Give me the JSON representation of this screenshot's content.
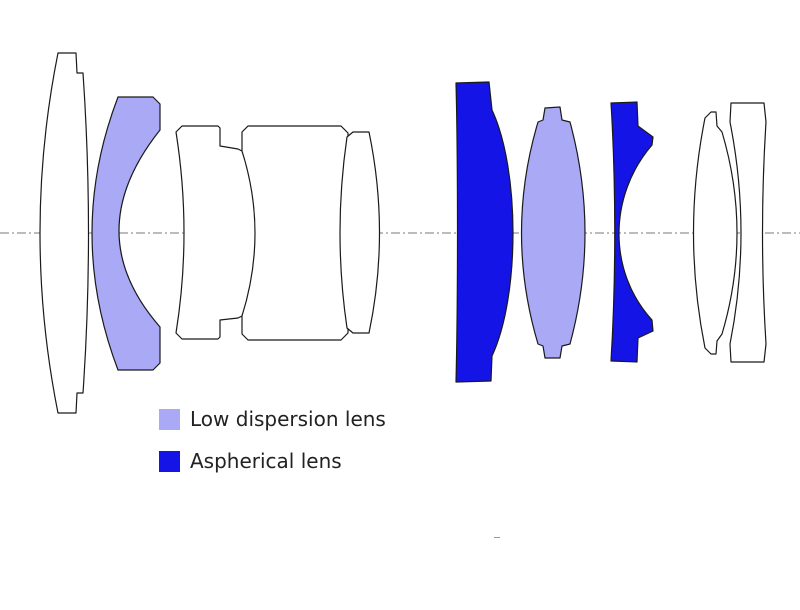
{
  "legend": {
    "low_dispersion": {
      "label": "Low dispersion lens",
      "color": "#a9a9f6"
    },
    "aspherical": {
      "label": "Aspherical lens",
      "color": "#1414e6"
    }
  },
  "colors": {
    "plain_lens_fill": "#ffffff",
    "outline": "#1a1a1a",
    "optical_axis": "#7a7a7a"
  },
  "elements": [
    {
      "id": 1,
      "type": "plain"
    },
    {
      "id": 2,
      "type": "low_dispersion"
    },
    {
      "id": 3,
      "type": "plain"
    },
    {
      "id": 4,
      "type": "plain"
    },
    {
      "id": 5,
      "type": "plain"
    },
    {
      "id": 6,
      "type": "aspherical"
    },
    {
      "id": 7,
      "type": "low_dispersion"
    },
    {
      "id": 8,
      "type": "aspherical"
    },
    {
      "id": 9,
      "type": "plain"
    },
    {
      "id": 10,
      "type": "plain"
    }
  ]
}
